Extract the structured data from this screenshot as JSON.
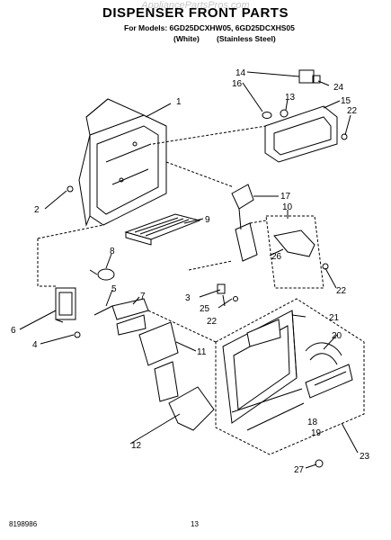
{
  "header": {
    "watermark": "AppliancePartsPros.com",
    "title": "DISPENSER FRONT PARTS",
    "models_line": "For Models: 6GD25DCXHW05, 6GD25DCXHS05",
    "variant_white": "(White)",
    "variant_stainless": "(Stainless Steel)"
  },
  "callouts": {
    "c1": "1",
    "c2": "2",
    "c3": "3",
    "c4": "4",
    "c5": "5",
    "c6": "6",
    "c7": "7",
    "c8": "8",
    "c9": "9",
    "c10": "10",
    "c11": "11",
    "c12": "12",
    "c13": "13",
    "c14": "14",
    "c15": "15",
    "c16": "16",
    "c17": "17",
    "c18": "18",
    "c19": "19",
    "c20": "20",
    "c21": "21",
    "c22a": "22",
    "c22b": "22",
    "c22c": "22",
    "c23": "23",
    "c24": "24",
    "c25": "25",
    "c26": "26",
    "c27": "27"
  },
  "footer": {
    "doc_number": "8198986",
    "page_number": "13"
  }
}
